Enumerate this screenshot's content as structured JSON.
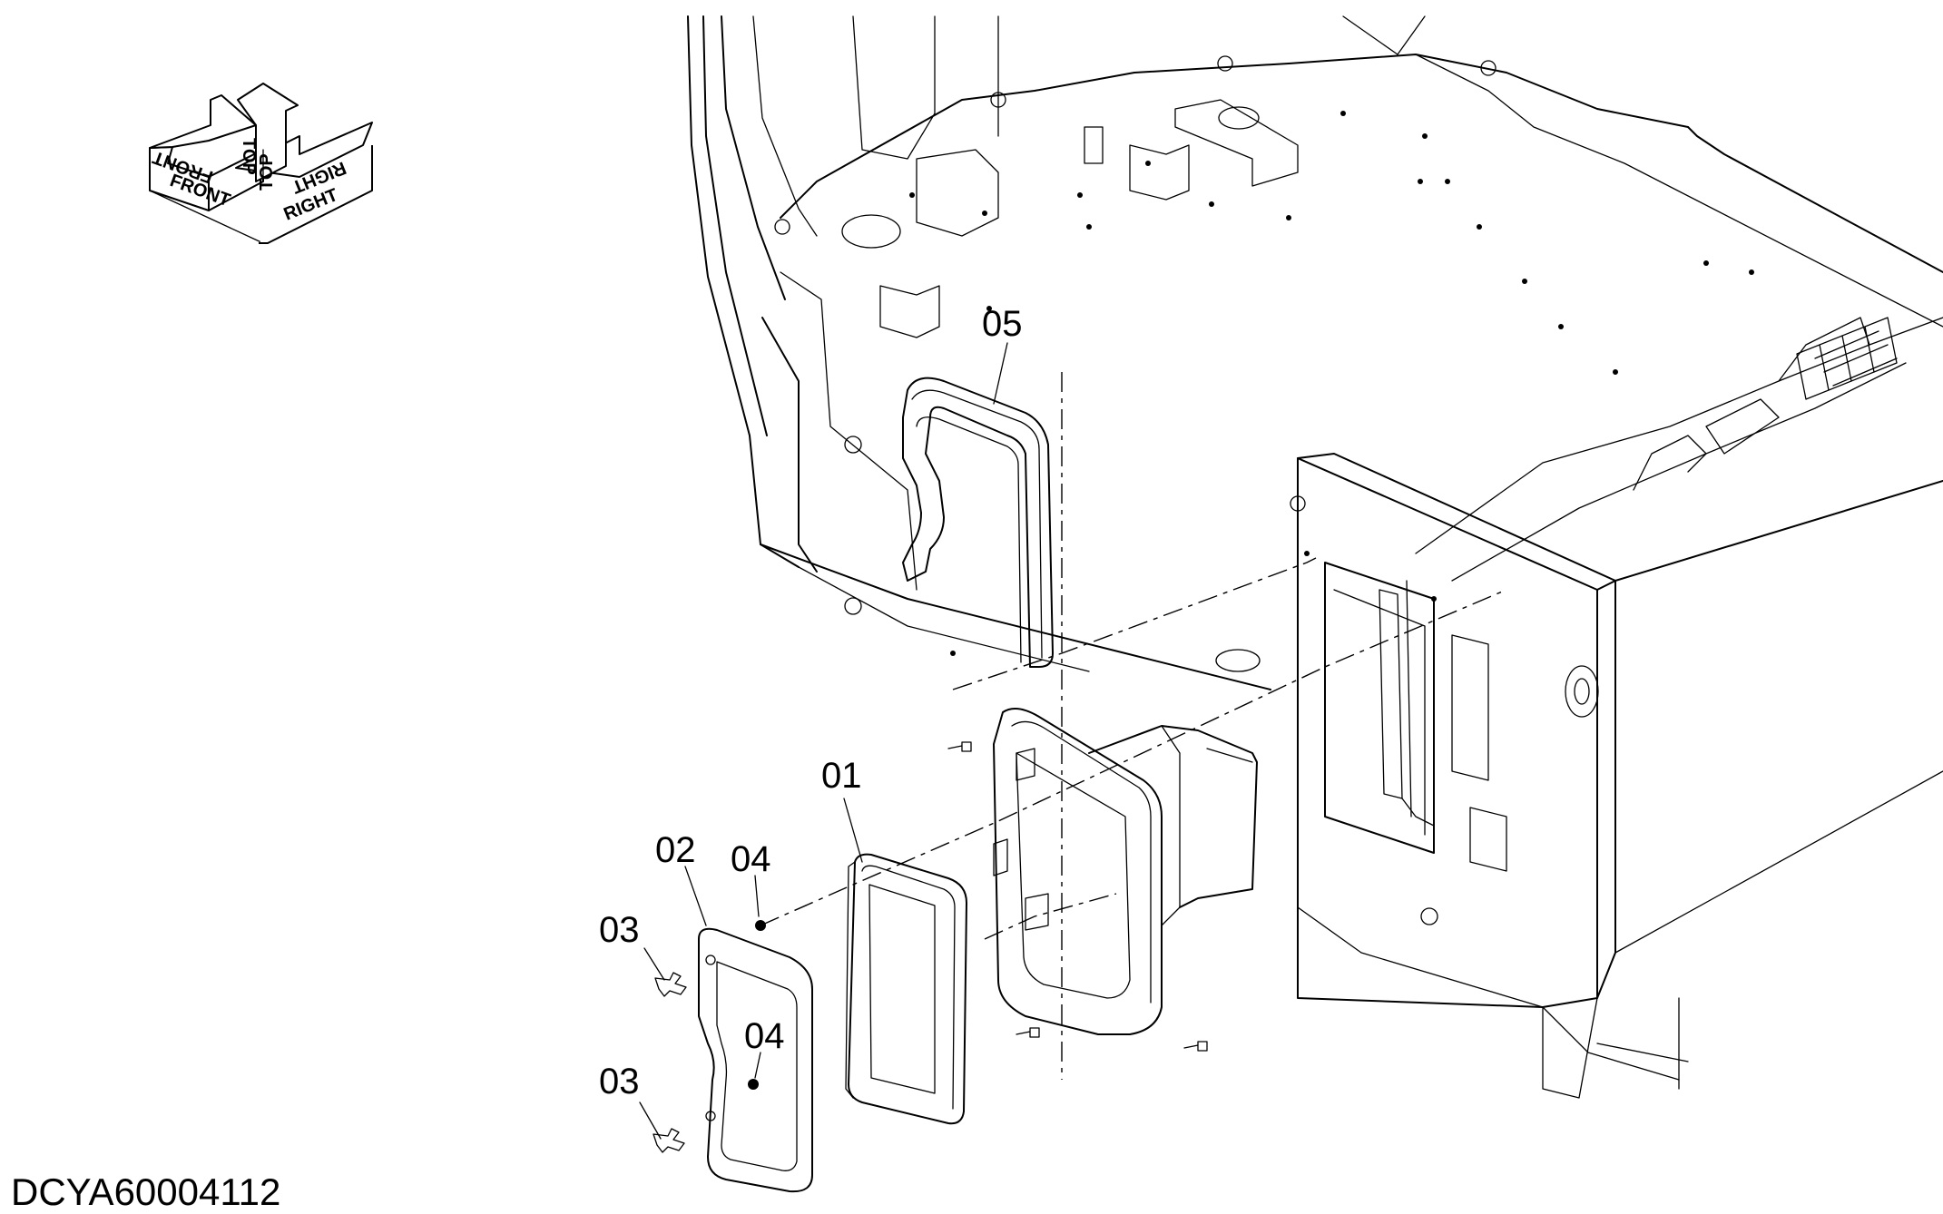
{
  "drawing": {
    "code": "DCYA60004112"
  },
  "orientation": {
    "front": "FRONT",
    "top": "TOP",
    "right": "RIGHT"
  },
  "callouts": {
    "part_01": "01",
    "part_02": "02",
    "part_03_upper": "03",
    "part_03_lower": "03",
    "part_04_upper": "04",
    "part_04_lower": "04",
    "part_05": "05"
  }
}
